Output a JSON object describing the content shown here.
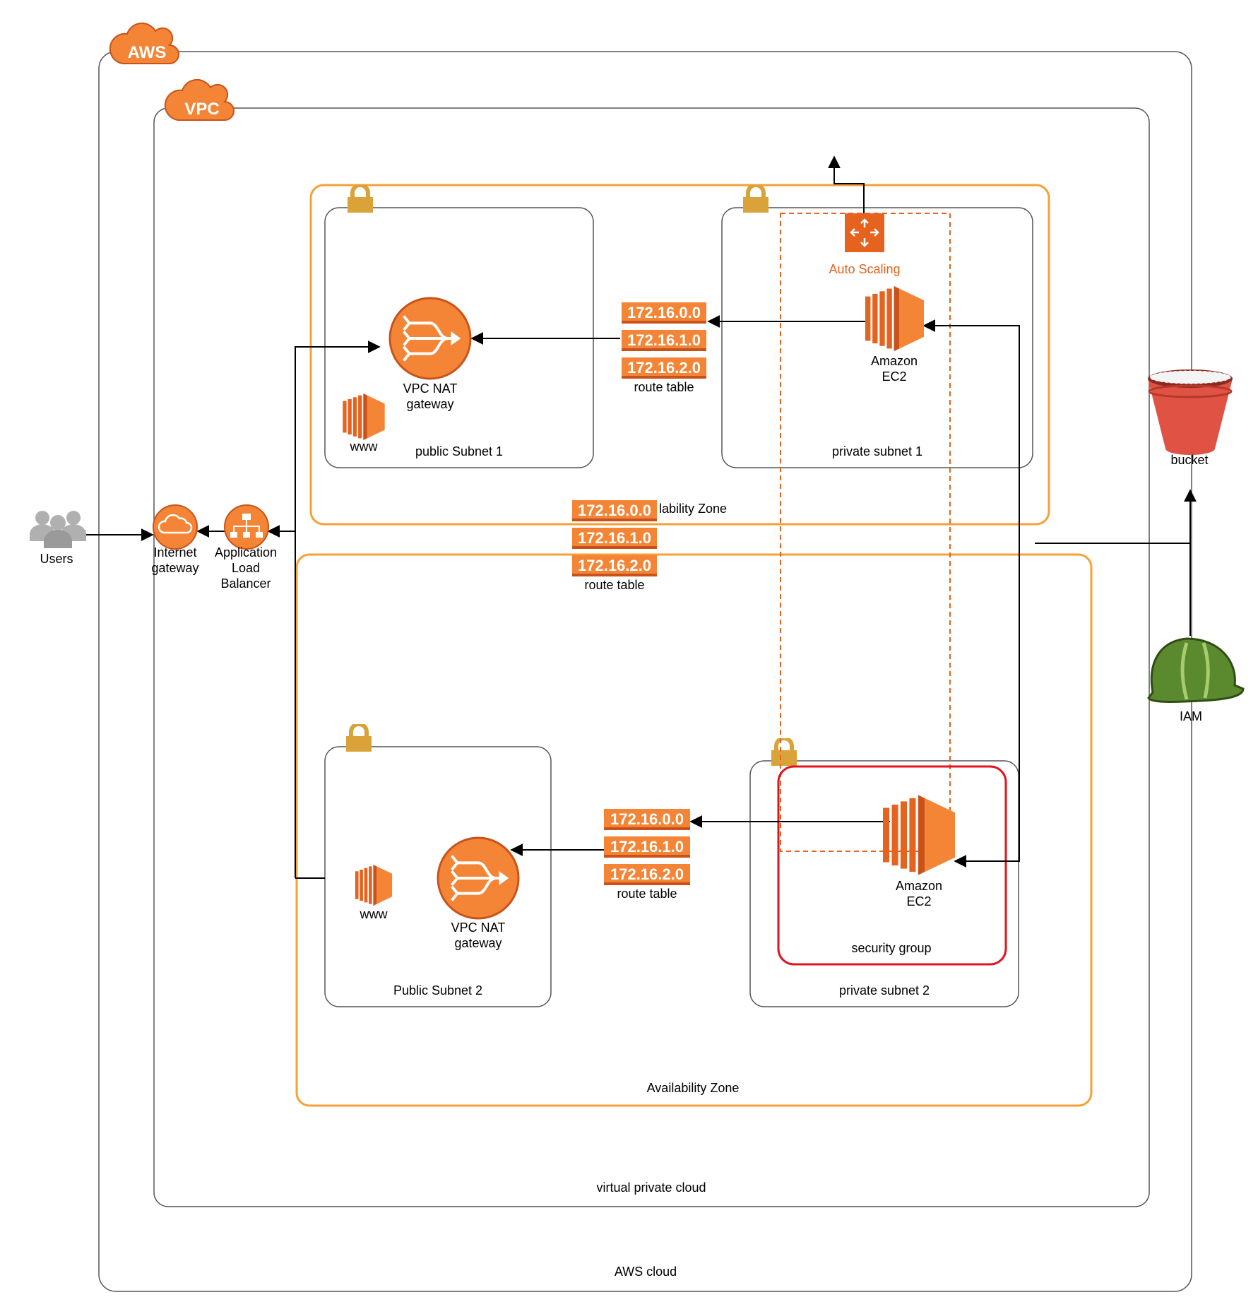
{
  "labels": {
    "aws_badge": "AWS",
    "vpc_badge": "VPC",
    "aws_cloud": "AWS cloud",
    "vpc": "virtual private cloud",
    "az1": "lability Zone",
    "az2": "Availability Zone",
    "public_subnet_1": "public Subnet 1",
    "private_subnet_1": "private subnet 1",
    "public_subnet_2": "Public Subnet 2",
    "private_subnet_2": "private subnet 2",
    "security_group": "security group",
    "auto_scaling": "Auto Scaling",
    "nat1": [
      "VPC NAT",
      "gateway"
    ],
    "nat2": [
      "VPC NAT",
      "gateway"
    ],
    "www1": "www",
    "www2": "www",
    "ec2_1": [
      "Amazon",
      "EC2"
    ],
    "ec2_2": [
      "Amazon",
      "EC2"
    ],
    "users": "Users",
    "igw": [
      "Internet",
      "gateway"
    ],
    "alb": [
      "Application",
      "Load",
      "Balancer"
    ],
    "bucket": "bucket",
    "iam": "IAM"
  },
  "route_tables": [
    {
      "rows": [
        "172.16.0.0",
        "172.16.1.0",
        "172.16.2.0"
      ],
      "caption": "route table"
    },
    {
      "rows": [
        "172.16.0.0",
        "172.16.1.0",
        "172.16.2.0"
      ],
      "caption": "route table"
    },
    {
      "rows": [
        "172.16.0.0",
        "172.16.1.0",
        "172.16.2.0"
      ],
      "caption": "route table"
    }
  ],
  "colors": {
    "aws_orange": "#f58536",
    "az_border": "#f7a035",
    "lock": "#d9a33a",
    "security_group": "#e0141e",
    "auto_scaling": "#e5631f",
    "bucket": "#e05243",
    "iam": "#5b8a2e",
    "users": "#b0b0b0"
  },
  "icons": [
    "aws-cloud-icon",
    "vpc-cloud-icon",
    "lock-icon",
    "nat-gateway-icon",
    "ec2-icon",
    "auto-scaling-icon",
    "users-icon",
    "internet-gateway-icon",
    "load-balancer-icon",
    "s3-bucket-icon",
    "iam-helmet-icon"
  ]
}
